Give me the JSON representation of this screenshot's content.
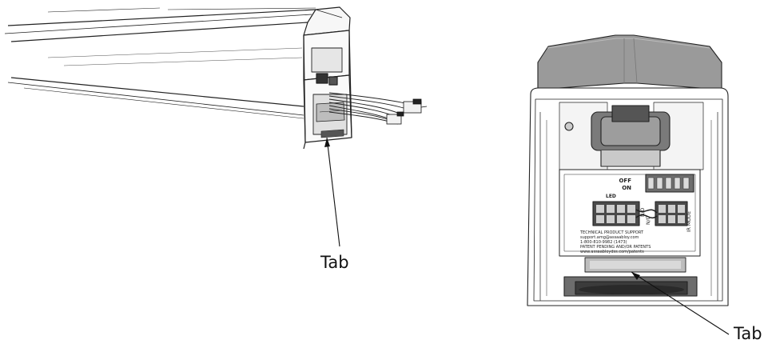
{
  "left_figure": {
    "callout_label": "Tab"
  },
  "right_figure": {
    "callout_label": "Tab",
    "switch_labels": [
      "OFF",
      "ON"
    ],
    "led_label": "LED",
    "relay_labels": [
      "N/O",
      "N/C"
    ],
    "mode_label": "IR MODE",
    "support_text": [
      "TECHNICAL PRODUCT SUPPORT",
      "support.amg@assaabloy.com",
      "1-800-810-9982 (1473)",
      "PATENT PENDING AND/OR PATENTS",
      "www.assaabloydss.com/patents"
    ]
  }
}
